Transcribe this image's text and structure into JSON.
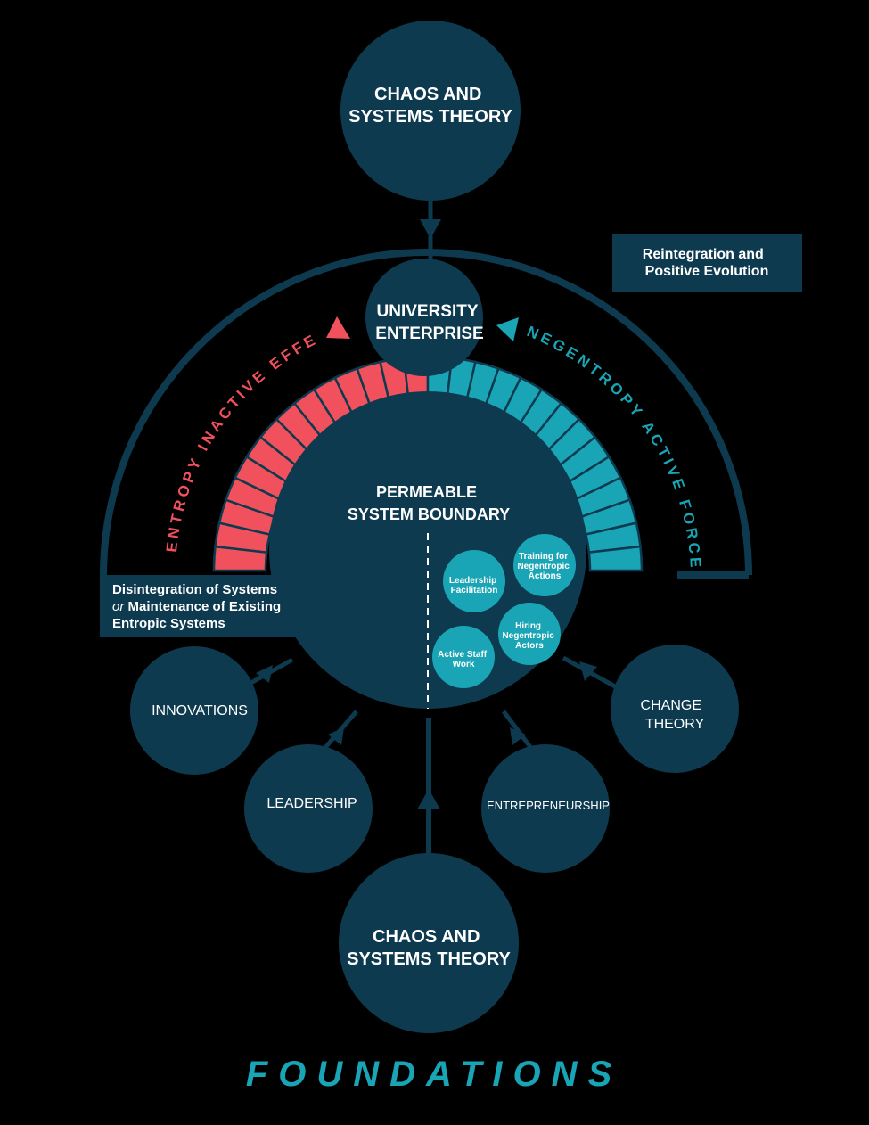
{
  "colors": {
    "navy": "#0e3a4f",
    "background": "#000000",
    "entropy_red": "#f0515c",
    "negentropy_teal": "#19a5b5"
  },
  "nodes": {
    "top_theory": [
      "CHAOS AND",
      "SYSTEMS THEORY"
    ],
    "university": [
      "UNIVERSITY",
      "ENTERPRISE"
    ],
    "boundary": [
      "PERMEABLE",
      "SYSTEM BOUNDARY"
    ],
    "bottom_theory": [
      "CHAOS AND",
      "SYSTEMS THEORY"
    ],
    "innovations": "INNOVATIONS",
    "leadership": "LEADERSHIP",
    "change_theory": [
      "CHANGE",
      "THEORY"
    ],
    "entrepreneurship": "ENTREPRENEURSHIP"
  },
  "inner_circles": {
    "leadership_facilitation": [
      "Leadership",
      "Facilitation"
    ],
    "training": [
      "Training for",
      "Negentropic",
      "Actions"
    ],
    "hiring": [
      "Hiring",
      "Negentropic",
      "Actors"
    ],
    "active_staff": [
      "Active Staff",
      "Work"
    ]
  },
  "arc_labels": {
    "entropy": "ENTROPY INACTIVE EFFECT",
    "negentropy": "NEGENTROPY ACTIVE FORCES"
  },
  "boxes": {
    "reintegration": [
      "Reintegration and",
      "Positive Evolution"
    ],
    "disintegration": {
      "line1": "Disintegration of Systems",
      "line2_italic": "or",
      "line2_rest": " Maintenance of Existing",
      "line3": "Entropic Systems"
    }
  },
  "footer": "FOUNDATIONS"
}
